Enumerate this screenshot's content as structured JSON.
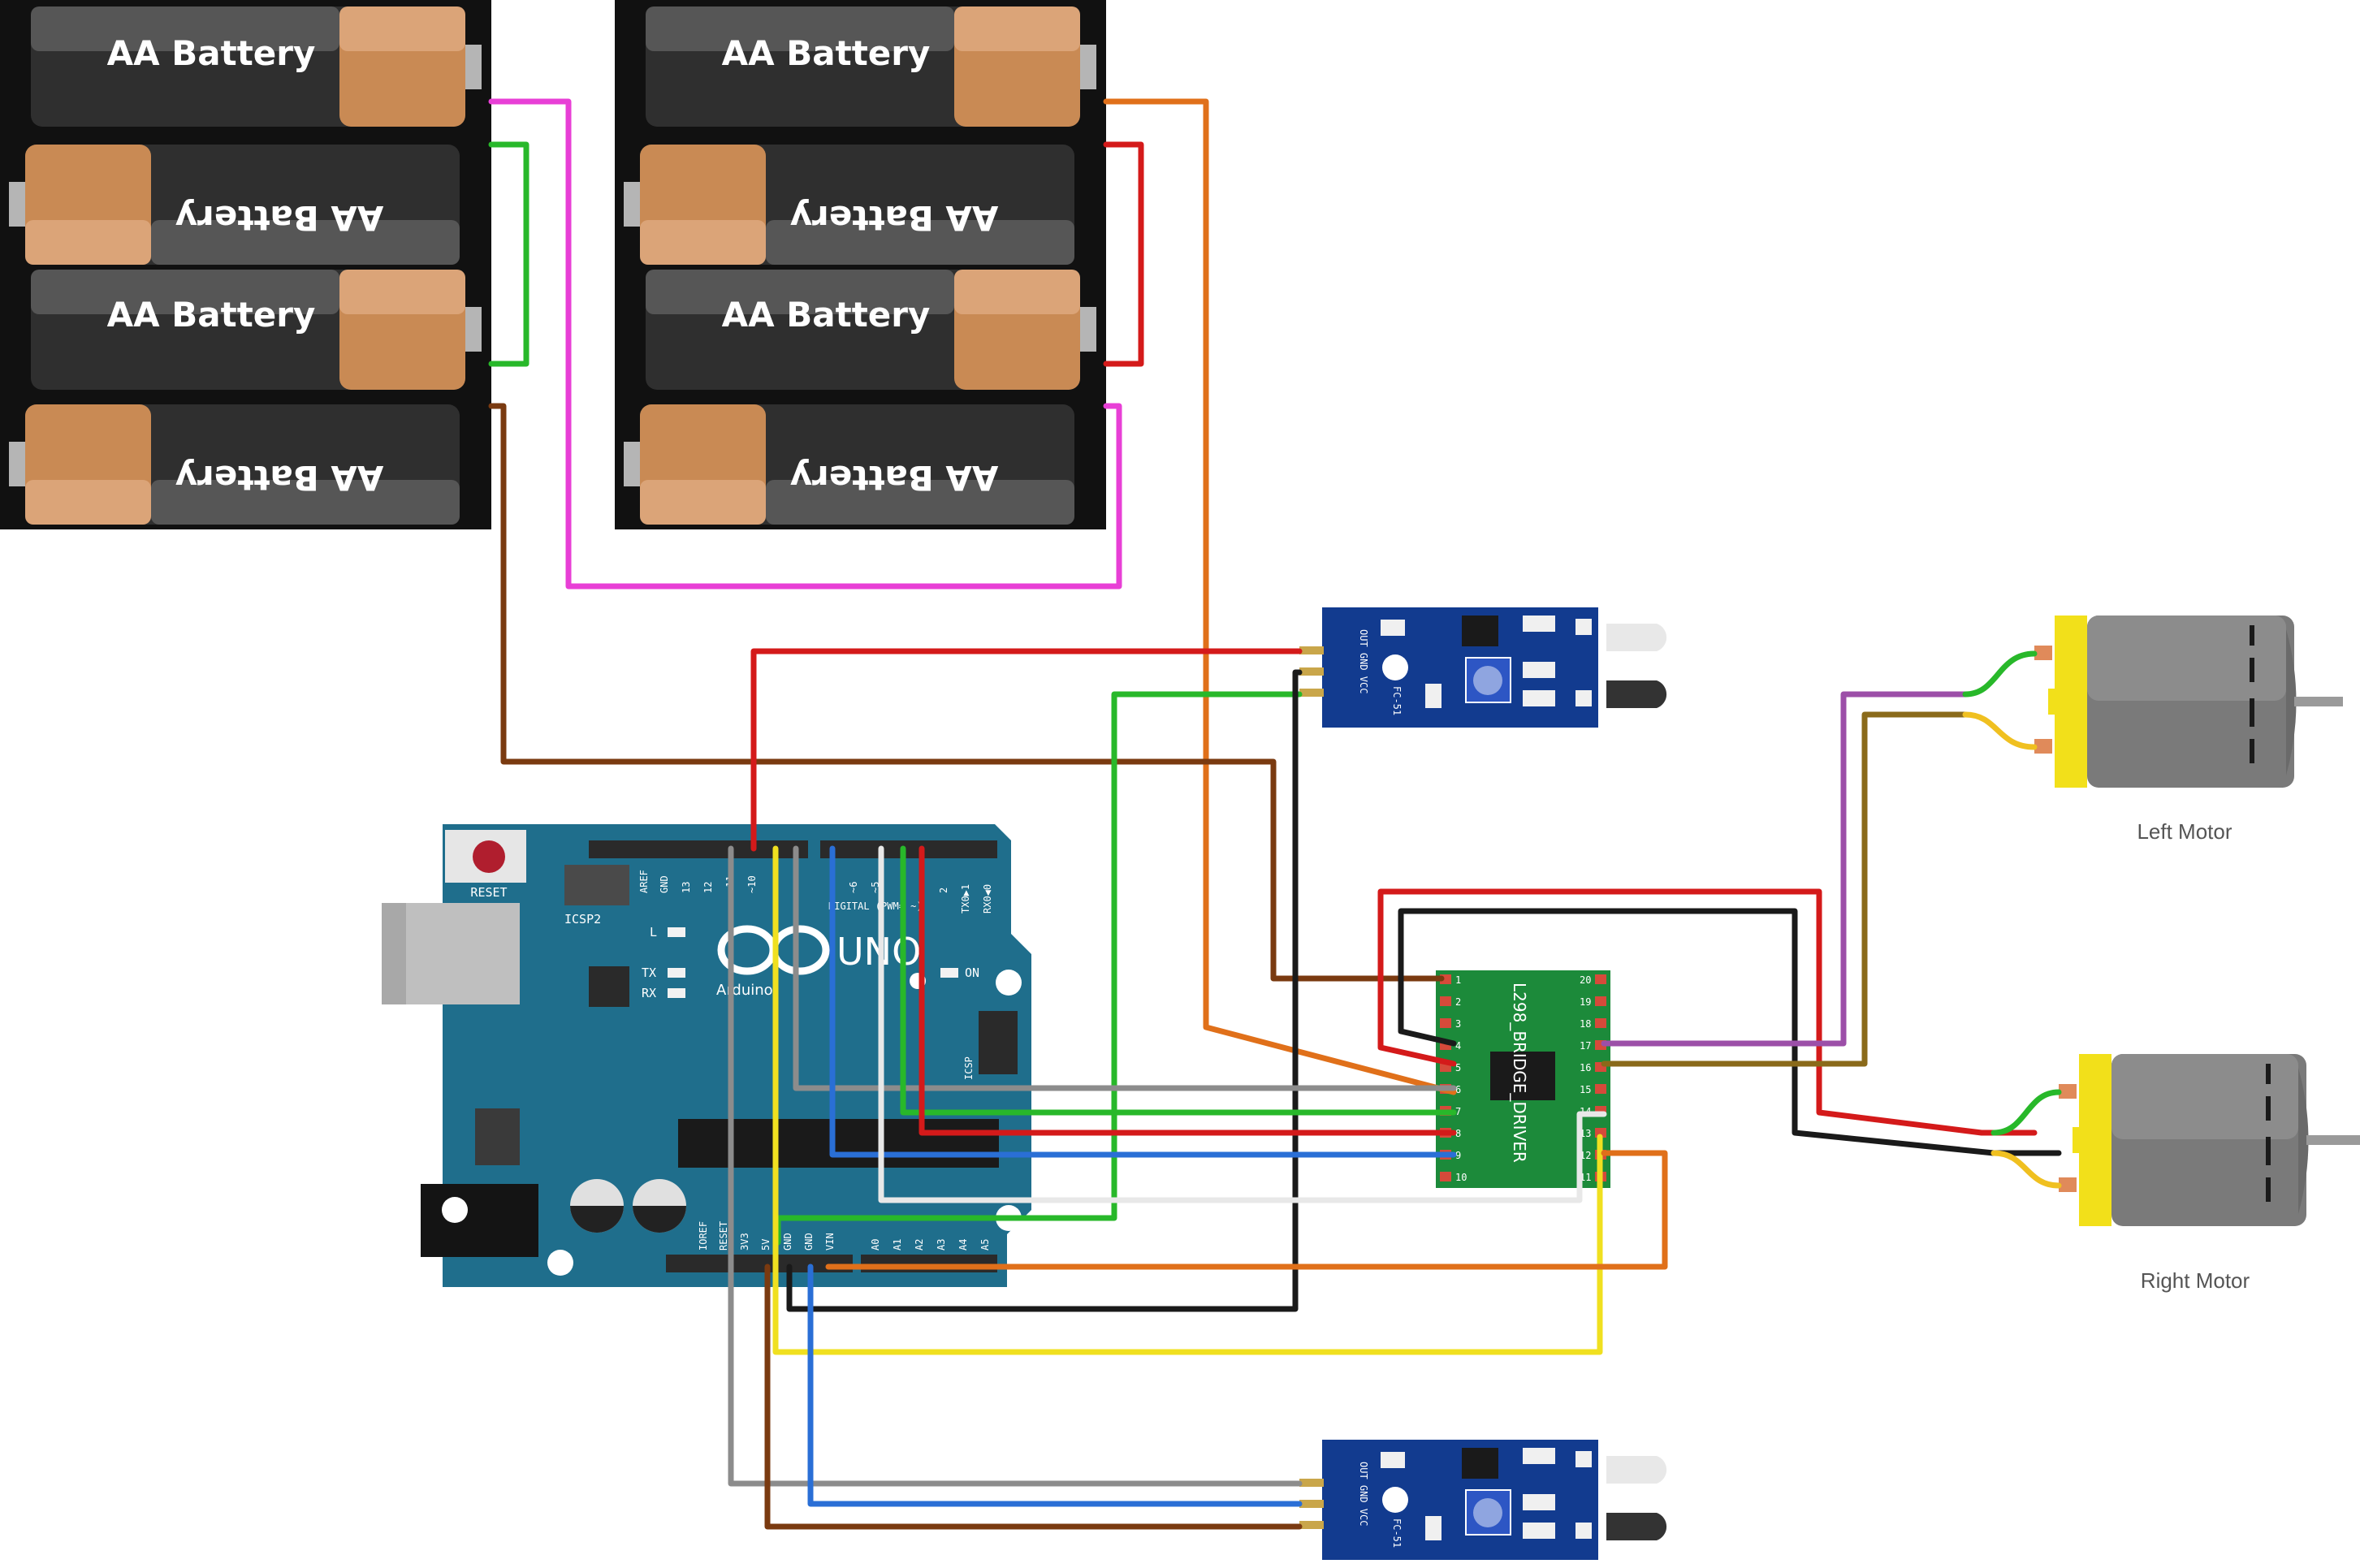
{
  "batteries": {
    "label": "AA Battery"
  },
  "arduino": {
    "reset_label": "RESET",
    "icsp2_label": "ICSP2",
    "icsp_label": "ICSP",
    "aref": "AREF",
    "gnd": "GND",
    "d13": "13",
    "d12": "12",
    "d11": "~11",
    "d10": "~10",
    "d6": "~6",
    "d5": "~5",
    "d2": "2",
    "tx": "TX0▶1",
    "rx": "RX0◀0",
    "digital": "DIGITAL (PWM= ~)",
    "l_label": "L",
    "tx_label": "TX",
    "rx_label": "RX",
    "on_label": "ON",
    "logo_text": "UNO",
    "brand": "Arduino",
    "power_pins": [
      "IOREF",
      "RESET",
      "3V3",
      "5V",
      "GND",
      "GND",
      "VIN"
    ],
    "analog_pins": [
      "A0",
      "A1",
      "A2",
      "A3",
      "A4",
      "A5"
    ]
  },
  "driver": {
    "label": "L298_BRIDGE_DRIVER",
    "left_pins": [
      "1",
      "2",
      "3",
      "4",
      "5",
      "6",
      "7",
      "8",
      "9",
      "10"
    ],
    "right_pins": [
      "20",
      "19",
      "18",
      "17",
      "16",
      "15",
      "14",
      "13",
      "12",
      "11"
    ]
  },
  "ir_sensor": {
    "pins": "OUT GND VCC",
    "model": "FC-51"
  },
  "motors": {
    "left": "Left Motor",
    "right": "Right Motor"
  },
  "colors": {
    "board_blue": "#1f6e8c",
    "driver_green": "#1c8a3a",
    "sensor_blue": "#123b8f",
    "motor_yellow": "#f2e01a",
    "battery_copper": "#c98a54"
  }
}
